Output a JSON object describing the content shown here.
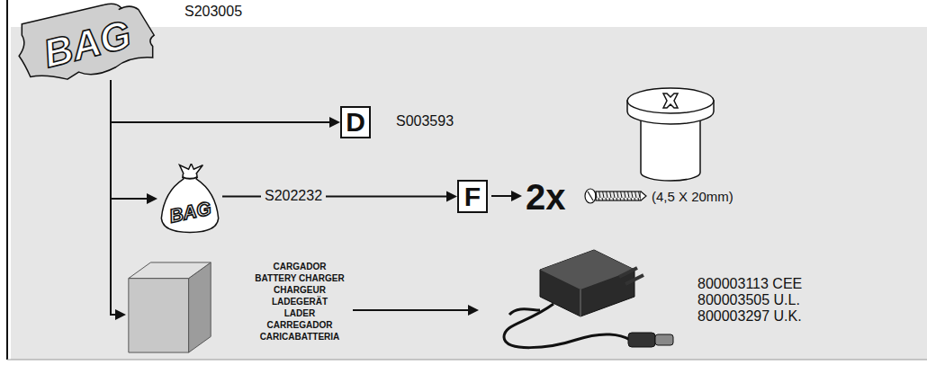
{
  "diagram": {
    "nodes": [
      {
        "text": [
          "BAG"
        ]
      },
      {
        "text": [
          "D"
        ]
      },
      {
        "text": [
          "BAG"
        ]
      },
      {
        "text": [
          "F"
        ]
      },
      {
        "text": [
          "CARGADOR",
          "BATTERY CHARGER",
          "CHARGEUR",
          "LADEGERÄT",
          "LADER",
          "CARREGADOR",
          "CARICABATTERIA"
        ]
      }
    ],
    "edges": [
      {
        "from": 0,
        "to": 1,
        "arrow": "to"
      },
      {
        "from": 0,
        "to": 2,
        "arrow": "to"
      },
      {
        "from": 0,
        "to": 4,
        "arrow": "to"
      },
      {
        "from": 2,
        "to": 3,
        "arrow": "to"
      }
    ],
    "labels": [
      "S203005",
      "S003593",
      "S202232",
      "2x",
      "(4,5 X 20mm)",
      "800003113 CEE",
      "800003505 U.L.",
      "800003297 U.K."
    ]
  }
}
